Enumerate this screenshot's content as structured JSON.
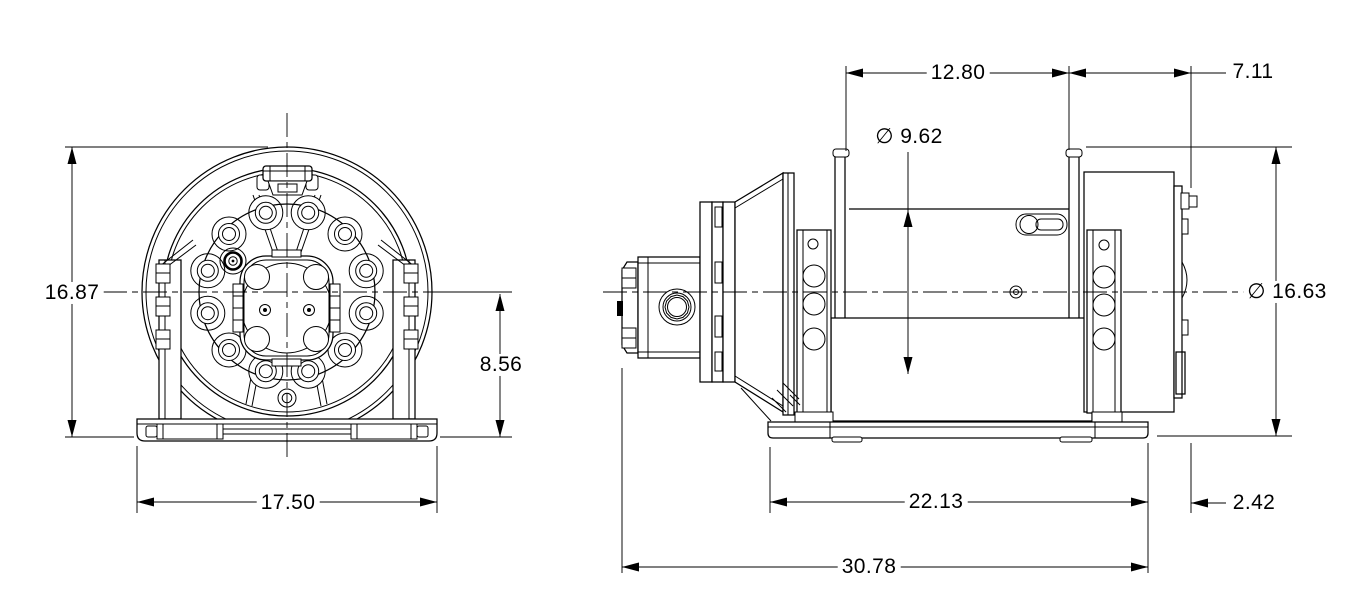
{
  "front_view": {
    "dimensions": {
      "overall_height": "16.87",
      "centerline_to_base": "8.56",
      "base_width": "17.50"
    }
  },
  "side_view": {
    "dimensions": {
      "drum_length": "12.80",
      "motor_end_length": "7.11",
      "drum_diameter": "∅ 9.62",
      "flange_diameter": "∅ 16.63",
      "base_length": "22.13",
      "end_overhang": "2.42",
      "overall_length": "30.78"
    }
  }
}
